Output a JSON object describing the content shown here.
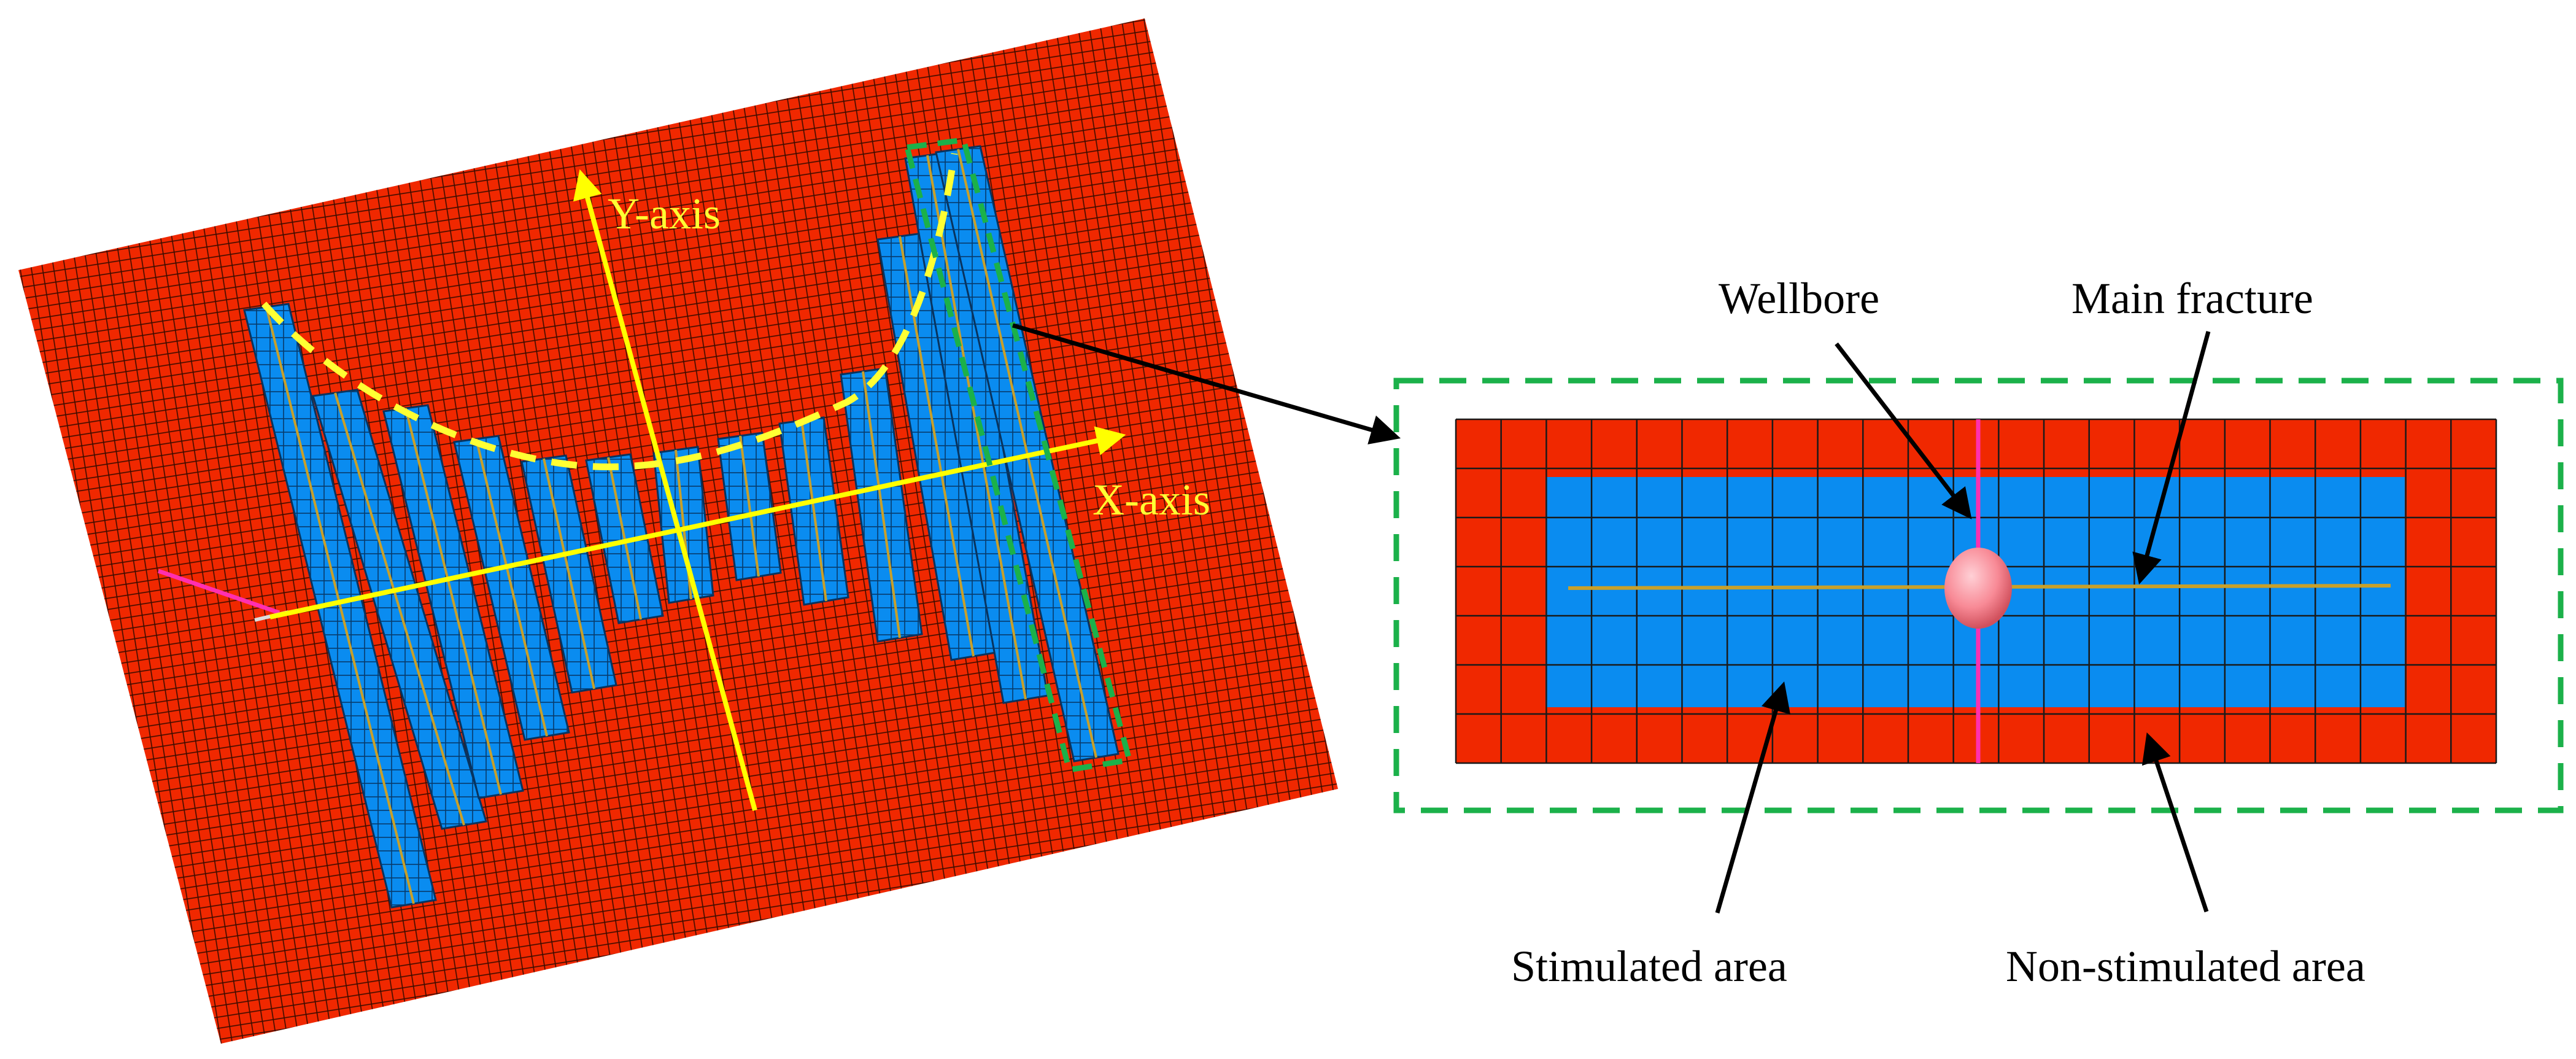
{
  "left_model": {
    "y_axis_label": "Y-axis",
    "x_axis_label": "X-axis",
    "fracture_stage_count": 13
  },
  "detail_view": {
    "wellbore_label": "Wellbore",
    "main_fracture_label": "Main fracture",
    "stimulated_label": "Stimulated area",
    "non_stimulated_label": "Non-stimulated area"
  },
  "colors": {
    "matrix": "#f02800",
    "stimulated": "#0a8cf0",
    "wellbore_line": "#ff2fb0",
    "axis": "#ffff00",
    "highlight_box": "#1bb14a",
    "fracture_line": "#c8a02a"
  }
}
